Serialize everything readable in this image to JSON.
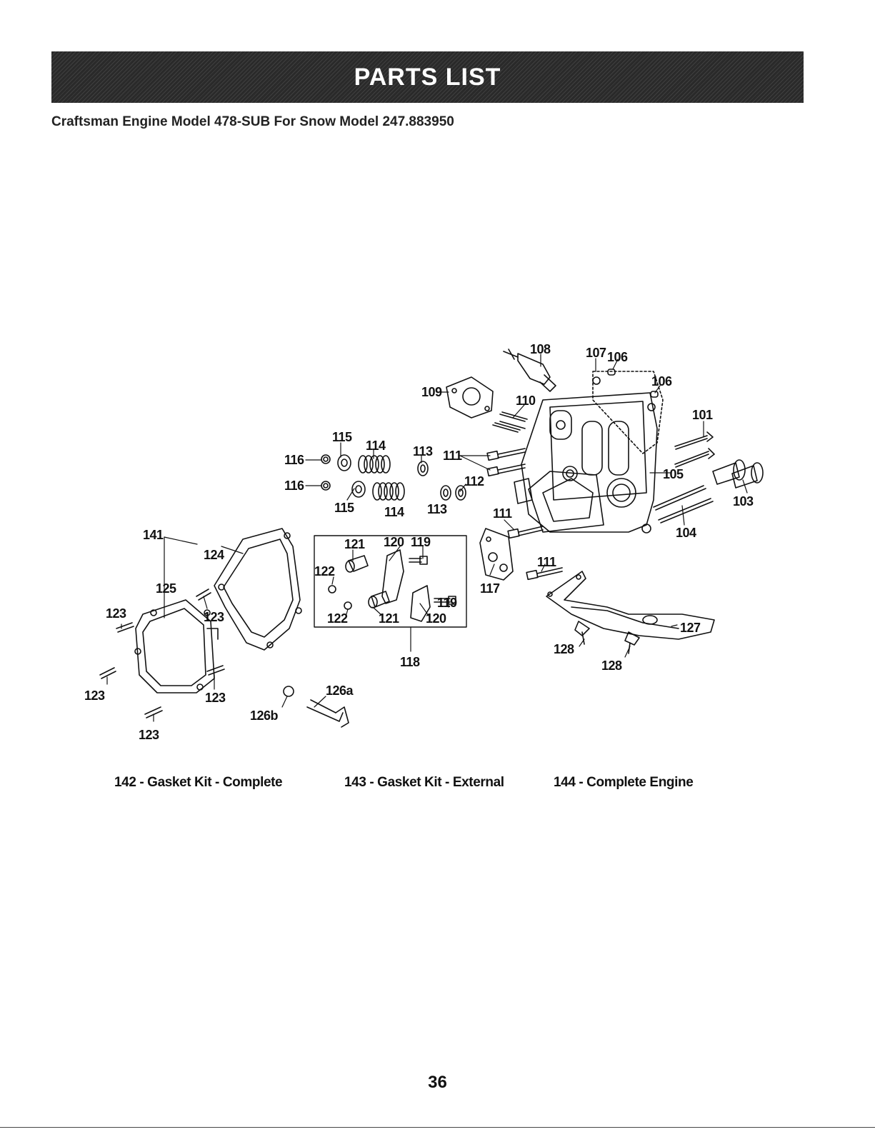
{
  "header": {
    "title": "PARTS LIST"
  },
  "subtitle": "Craftsman Engine Model 478-SUB For Snow Model 247.883950",
  "callouts": [
    {
      "id": "c108",
      "text": "108"
    },
    {
      "id": "c107",
      "text": "107"
    },
    {
      "id": "c106a",
      "text": "106"
    },
    {
      "id": "c106b",
      "text": "106"
    },
    {
      "id": "c109",
      "text": "109"
    },
    {
      "id": "c110",
      "text": "110"
    },
    {
      "id": "c101",
      "text": "101"
    },
    {
      "id": "c115a",
      "text": "115"
    },
    {
      "id": "c114a",
      "text": "114"
    },
    {
      "id": "c113a",
      "text": "113"
    },
    {
      "id": "c111a",
      "text": "111"
    },
    {
      "id": "c116a",
      "text": "116"
    },
    {
      "id": "c116b",
      "text": "116"
    },
    {
      "id": "c112",
      "text": "112"
    },
    {
      "id": "c105",
      "text": "105"
    },
    {
      "id": "c103",
      "text": "103"
    },
    {
      "id": "c115b",
      "text": "115"
    },
    {
      "id": "c114b",
      "text": "114"
    },
    {
      "id": "c113b",
      "text": "113"
    },
    {
      "id": "c111b",
      "text": "111"
    },
    {
      "id": "c104",
      "text": "104"
    },
    {
      "id": "c141",
      "text": "141"
    },
    {
      "id": "c124",
      "text": "124"
    },
    {
      "id": "c120a",
      "text": "120"
    },
    {
      "id": "c119a",
      "text": "119"
    },
    {
      "id": "c121a",
      "text": "121"
    },
    {
      "id": "c122a",
      "text": "122"
    },
    {
      "id": "c111c",
      "text": "111"
    },
    {
      "id": "c117",
      "text": "117"
    },
    {
      "id": "c125",
      "text": "125"
    },
    {
      "id": "c123a",
      "text": "123"
    },
    {
      "id": "c123b",
      "text": "123"
    },
    {
      "id": "c119b",
      "text": "119"
    },
    {
      "id": "c122b",
      "text": "122"
    },
    {
      "id": "c121b",
      "text": "121"
    },
    {
      "id": "c120b",
      "text": "120"
    },
    {
      "id": "c127",
      "text": "127"
    },
    {
      "id": "c128a",
      "text": "128"
    },
    {
      "id": "c128b",
      "text": "128"
    },
    {
      "id": "c118",
      "text": "118"
    },
    {
      "id": "c123c",
      "text": "123"
    },
    {
      "id": "c123d",
      "text": "123"
    },
    {
      "id": "c126a",
      "text": "126a"
    },
    {
      "id": "c126b",
      "text": "126b"
    },
    {
      "id": "c123e",
      "text": "123"
    }
  ],
  "kits": [
    {
      "text": "142 - Gasket Kit - Complete"
    },
    {
      "text": "143 - Gasket Kit - External"
    },
    {
      "text": "144 - Complete Engine"
    }
  ],
  "page_number": "36"
}
